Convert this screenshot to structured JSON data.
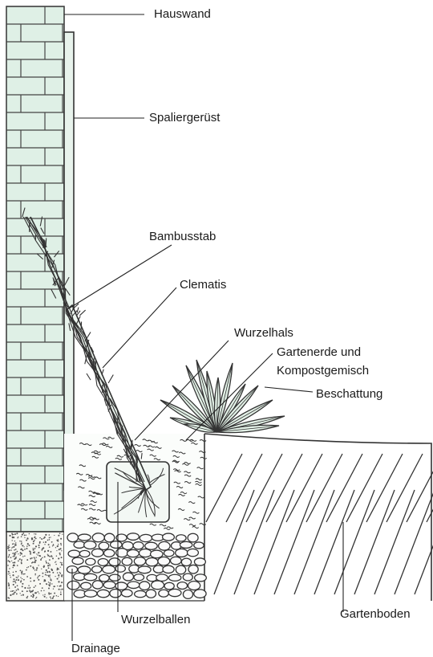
{
  "labels": {
    "hauswand": "Hauswand",
    "spaliergeruest": "Spaliergerüst",
    "bambusstab": "Bambusstab",
    "clematis": "Clematis",
    "wurzelhals": "Wurzelhals",
    "gartenerde_line1": "Gartenerde und",
    "gartenerde_line2": "Kompostgemisch",
    "beschattung": "Beschattung",
    "wurzelballen": "Wurzelballen",
    "gartenboden": "Gartenboden",
    "drainage": "Drainage"
  },
  "colors": {
    "wall_fill": "#dff0e6",
    "soil_fill": "#eef6f0",
    "leaf_fill": "#e2f0e6",
    "ink": "#333333"
  }
}
